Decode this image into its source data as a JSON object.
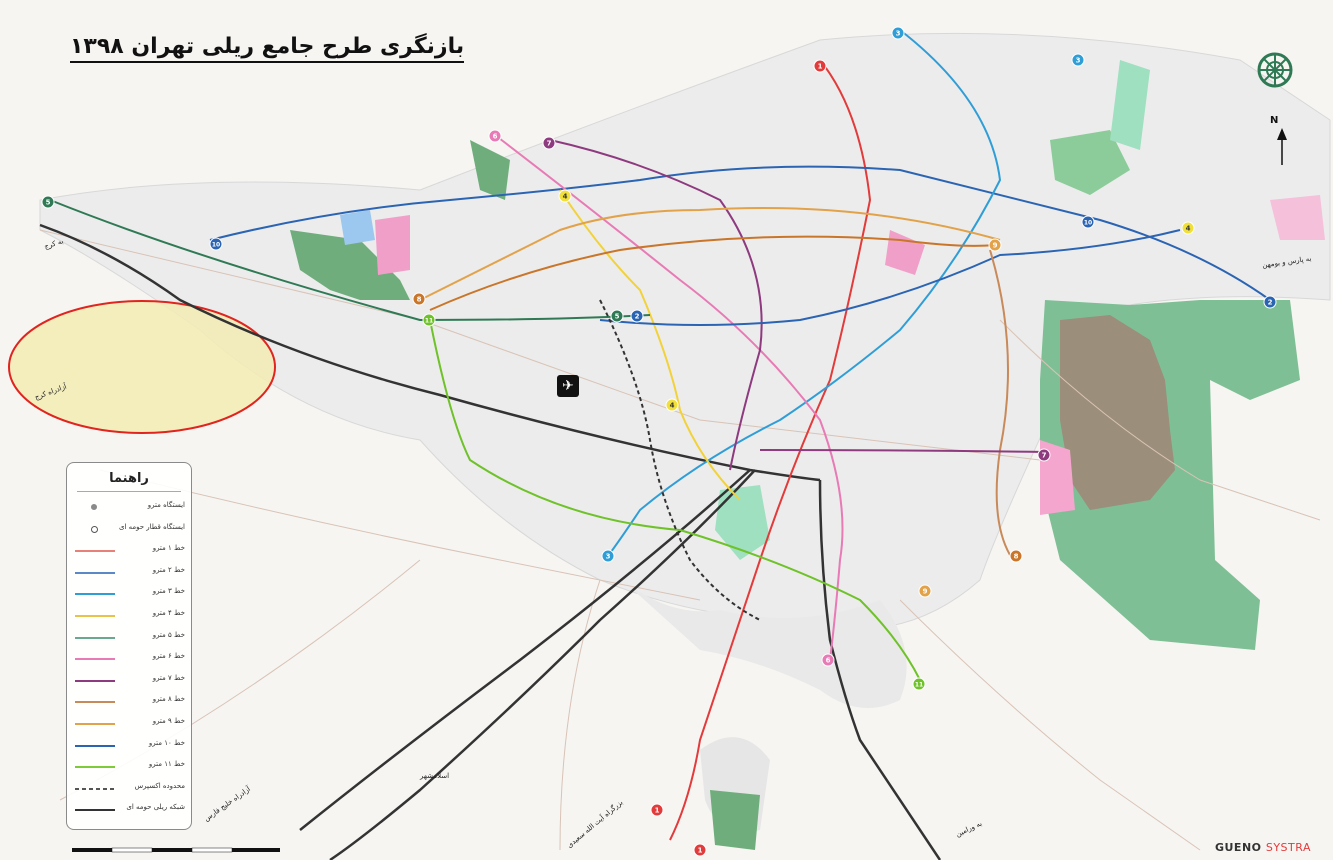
{
  "map": {
    "title": "بازنگری طرح جامع ریلی تهران ۱۳۹۸",
    "legend": {
      "title": "راهنما",
      "items": [
        {
          "label": "ایستگاه مترو",
          "color": "#8a8a8a",
          "kind": "dot"
        },
        {
          "label": "ایستگاه قطار حومه ای",
          "color": "#555555",
          "kind": "ring"
        },
        {
          "label": "خط ۱ مترو",
          "color": "#e8807a",
          "kind": "line"
        },
        {
          "label": "خط ۲ مترو",
          "color": "#5b88c9",
          "kind": "line"
        },
        {
          "label": "خط ۳ مترو",
          "color": "#2f9ed7",
          "kind": "line"
        },
        {
          "label": "خط ۴ مترو",
          "color": "#e8c24a",
          "kind": "line"
        },
        {
          "label": "خط ۵ مترو",
          "color": "#6aa88f",
          "kind": "line"
        },
        {
          "label": "خط ۶ مترو",
          "color": "#e87ab6",
          "kind": "line"
        },
        {
          "label": "خط ۷ مترو",
          "color": "#8e3a7f",
          "kind": "line"
        },
        {
          "label": "خط ۸ مترو",
          "color": "#c98a5a",
          "kind": "line"
        },
        {
          "label": "خط ۹ مترو",
          "color": "#e2a24a",
          "kind": "line"
        },
        {
          "label": "خط ۱۰ مترو",
          "color": "#2b64b3",
          "kind": "line"
        },
        {
          "label": "خط ۱۱ مترو",
          "color": "#7ecb3a",
          "kind": "line"
        },
        {
          "label": "محدوده اکسپرس",
          "color": "#555555",
          "kind": "dash"
        },
        {
          "label": "شبکه ریلی حومه ای",
          "color": "#333333",
          "kind": "line"
        }
      ]
    },
    "road_labels": [
      {
        "text": "به کرج",
        "rotate": -18
      },
      {
        "text": "آزادراه کرج",
        "rotate": -20
      },
      {
        "text": "به پارس و بومهن",
        "rotate": -8
      },
      {
        "text": "آزادراه خلیج فارس",
        "rotate": -35
      },
      {
        "text": "بزرگراه آیت الله سعیدی",
        "rotate": -40
      },
      {
        "text": "به ورامین",
        "rotate": -25
      }
    ],
    "line_badges": [
      {
        "text": "1",
        "color": "#e23b3b"
      },
      {
        "text": "1",
        "color": "#e23b3b"
      },
      {
        "text": "1",
        "color": "#e23b3b"
      },
      {
        "text": "2",
        "color": "#2b64b3"
      },
      {
        "text": "2",
        "color": "#2b64b3"
      },
      {
        "text": "3",
        "color": "#2f9ed7"
      },
      {
        "text": "3",
        "color": "#2f9ed7"
      },
      {
        "text": "3",
        "color": "#2f9ed7"
      },
      {
        "text": "4",
        "color": "#f2e03a"
      },
      {
        "text": "4",
        "color": "#f2e03a"
      },
      {
        "text": "4",
        "color": "#f2e03a"
      },
      {
        "text": "5",
        "color": "#2f7a55"
      },
      {
        "text": "5",
        "color": "#2f7a55"
      },
      {
        "text": "6",
        "color": "#e87ab6"
      },
      {
        "text": "6",
        "color": "#e87ab6"
      },
      {
        "text": "7",
        "color": "#8e3a7f"
      },
      {
        "text": "7",
        "color": "#8e3a7f"
      },
      {
        "text": "8",
        "color": "#c9762a"
      },
      {
        "text": "8",
        "color": "#c9762a"
      },
      {
        "text": "9",
        "color": "#e2a24a"
      },
      {
        "text": "9",
        "color": "#e2a24a"
      },
      {
        "text": "10",
        "color": "#2b64b3"
      },
      {
        "text": "10",
        "color": "#2b64b3"
      },
      {
        "text": "11",
        "color": "#6fc22a"
      },
      {
        "text": "11",
        "color": "#6fc22a"
      }
    ],
    "district_label": "اسلامشهر",
    "north_label": "N",
    "logo": {
      "brand": "GUENO",
      "suffix": "SYSTRA"
    },
    "highlight": {
      "color": "#e0241f",
      "fill": "#f3ecb4"
    }
  }
}
